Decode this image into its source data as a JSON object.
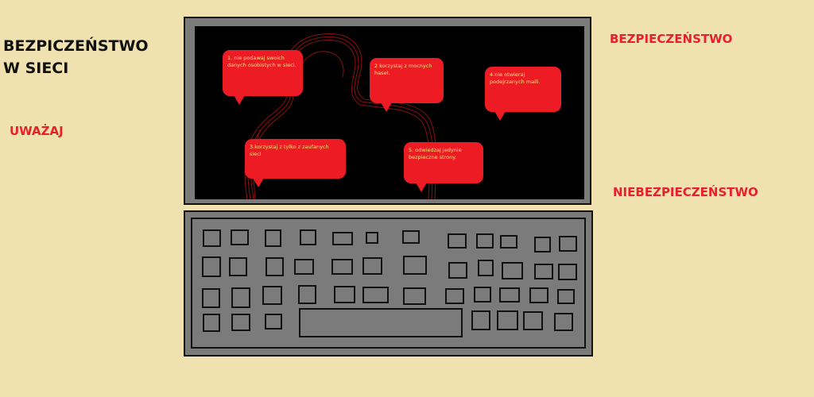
{
  "title": "BEZPICZEŃSTWO W SIECI",
  "left_label": "UWAŻAJ",
  "right_top_label": "BEZPIECZEŃSTWO",
  "right_bottom_label": "NIEBEZPIECZEŃSTWO",
  "bubbles": [
    "1. nie podawaj swoich danych osobistych w sieci.",
    "2 korzystaj z mocnych haseł.",
    "4.nie otwieraj podejrzanych maili.",
    "3.korzystaj z tylko z zaufanych sieci",
    "5. odwiedzaj jedynie bezpieczne strony."
  ],
  "colors": {
    "background": "#efe2b0",
    "accent_red": "#e8202a",
    "bubble_red": "#ed1c24",
    "bubble_text": "#ffe27a",
    "laptop_gray": "#7b7b7b",
    "screen": "#000000"
  }
}
